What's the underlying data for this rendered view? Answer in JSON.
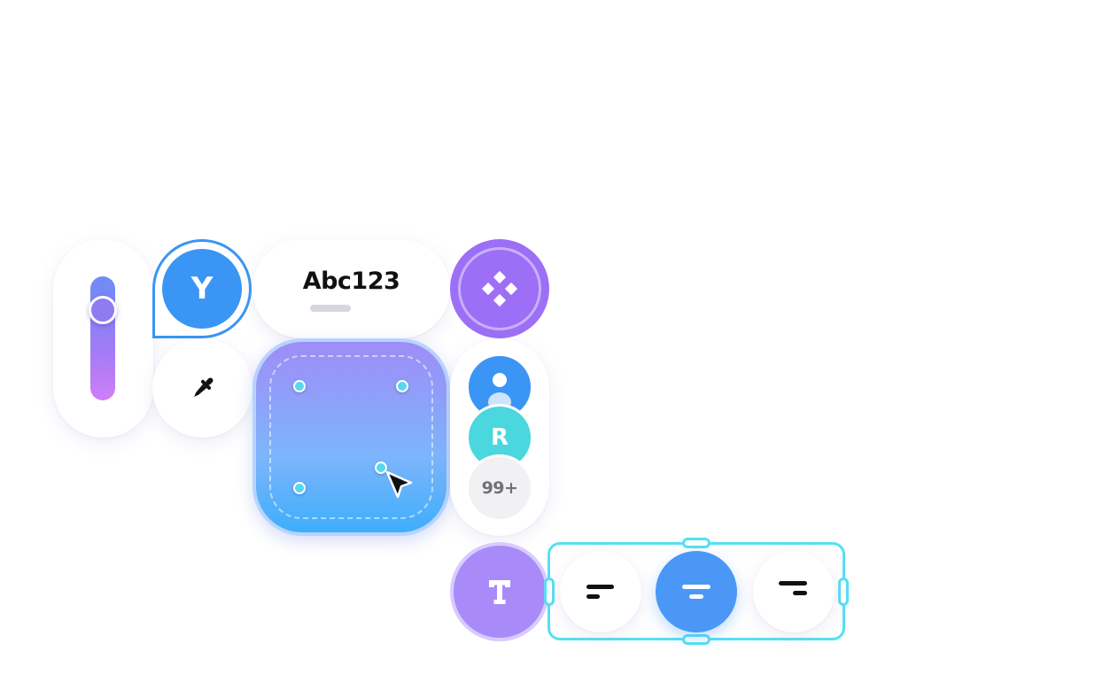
{
  "slider": {
    "value": 0.72,
    "accent_color": "#8f7cf3"
  },
  "avatar_tip": {
    "initial": "Y",
    "color": "#3b95f4"
  },
  "text_field": {
    "value": "Abc123"
  },
  "stack": {
    "avatar2_initial": "R",
    "overflow_count": "99+"
  },
  "tools": {
    "eyedropper_icon": "eyedropper-icon",
    "components_icon": "components-icon",
    "text_tool_icon": "text-tool-icon"
  },
  "alignment": {
    "options": [
      "align-left",
      "align-center",
      "align-right"
    ],
    "selected": "align-center"
  },
  "colors": {
    "primary": "#3b95f4",
    "purple": "#9c6ff6",
    "teal": "#4bd7de",
    "selection": "#55e0f3"
  }
}
